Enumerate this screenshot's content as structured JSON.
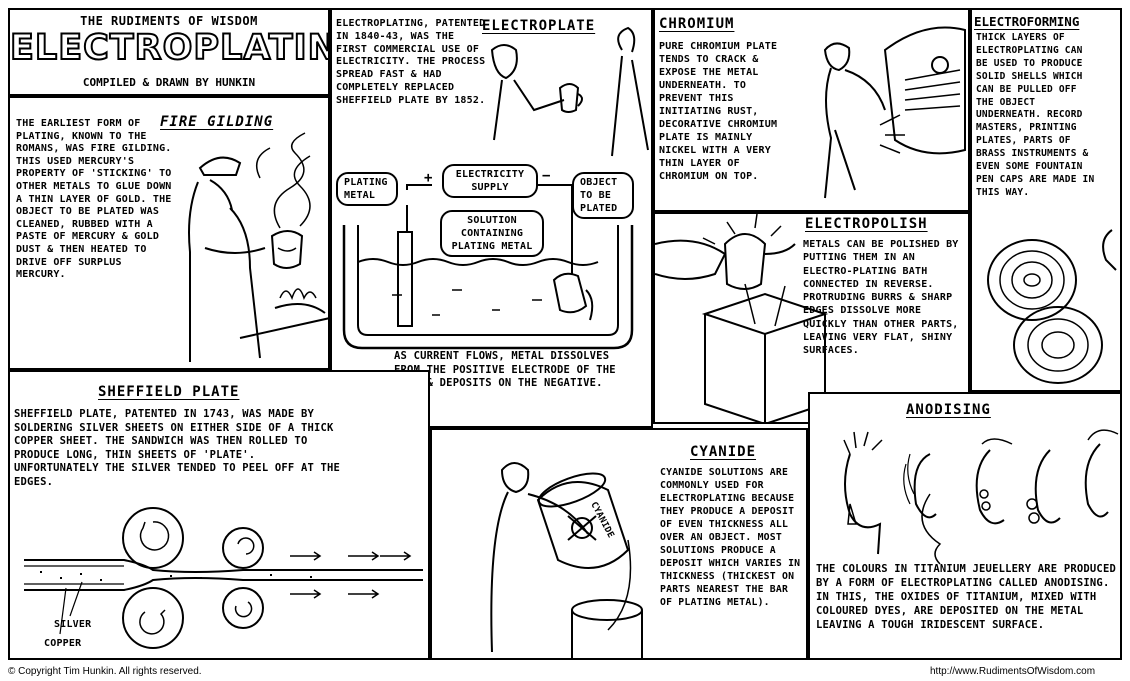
{
  "header": {
    "series": "THE RUDIMENTS OF WISDOM",
    "title": "ELECTROPLATING",
    "credit": "COMPILED & DRAWN BY HUNKIN"
  },
  "fire_gilding": {
    "title": "FIRE GILDING",
    "text": "THE EARLIEST FORM OF PLATING, KNOWN TO THE ROMANS, WAS FIRE GILDING. THIS USED MERCURY'S PROPERTY OF 'STICKING' TO OTHER METALS TO GLUE DOWN A THIN LAYER OF GOLD. THE OBJECT TO BE PLATED WAS CLEANED, RUBBED WITH A PASTE OF MERCURY & GOLD DUST & THEN HEATED TO DRIVE OFF SURPLUS MERCURY."
  },
  "electroplate": {
    "title": "ELECTROPLATE",
    "intro": "ELECTROPLATING, PATENTED IN 1840-43, WAS THE FIRST COMMERCIAL USE OF ELECTRICITY. THE PROCESS SPREAD FAST & HAD COMPLETELY REPLACED SHEFFIELD PLATE BY 1852.",
    "label_plating_metal": "PLATING METAL",
    "label_plus": "+",
    "label_minus": "−",
    "label_supply": "ELECTRICITY SUPPLY",
    "label_object": "OBJECT TO BE PLATED",
    "label_solution": "SOLUTION CONTAINING PLATING METAL",
    "caption": "AS CURRENT FLOWS, METAL DISSOLVES FROM THE POSITIVE ELECTRODE OF THE TANK & DEPOSITS ON THE NEGATIVE."
  },
  "chromium": {
    "title": "CHROMIUM",
    "text": "PURE CHROMIUM PLATE TENDS TO CRACK & EXPOSE THE METAL UNDERNEATH. TO PREVENT THIS INITIATING RUST, DECORATIVE CHROMIUM PLATE IS MAINLY NICKEL WITH A VERY THIN LAYER OF CHROMIUM ON TOP."
  },
  "electropolish": {
    "title": "ELECTROPOLISH",
    "text": "METALS CAN BE POLISHED BY PUTTING THEM IN AN ELECTRO-PLATING BATH CONNECTED IN REVERSE. PROTRUDING BURRS & SHARP EDGES DISSOLVE MORE QUICKLY THAN OTHER PARTS, LEAVING VERY FLAT, SHINY SURFACES."
  },
  "electroforming": {
    "title": "ELECTROFORMING",
    "text": "THICK LAYERS OF ELECTROPLATING CAN BE USED TO PRODUCE SOLID SHELLS WHICH CAN BE PULLED OFF THE OBJECT UNDERNEATH. RECORD MASTERS, PRINTING PLATES, PARTS OF BRASS INSTRUMENTS & EVEN SOME FOUNTAIN PEN CAPS ARE MADE IN THIS WAY."
  },
  "sheffield": {
    "title": "SHEFFIELD PLATE",
    "text": "SHEFFIELD PLATE, PATENTED IN 1743, WAS MADE BY SOLDERING SILVER SHEETS ON EITHER SIDE OF A THICK COPPER SHEET. THE SANDWICH WAS THEN ROLLED TO PRODUCE LONG, THIN SHEETS OF 'PLATE'. UNFORTUNATELY THE SILVER TENDED TO PEEL OFF AT THE EDGES.",
    "label_silver": "SILVER",
    "label_copper": "COPPER"
  },
  "cyanide": {
    "title": "CYANIDE",
    "drum_label": "CYANIDE",
    "text": "CYANIDE SOLUTIONS ARE COMMONLY USED FOR ELECTROPLATING BECAUSE THEY PRODUCE A DEPOSIT OF EVEN THICKNESS ALL OVER AN OBJECT. MOST SOLUTIONS PRODUCE A DEPOSIT WHICH VARIES IN THICKNESS (THICKEST ON PARTS NEAREST THE BAR OF PLATING METAL)."
  },
  "anodising": {
    "title": "ANODISING",
    "text": "THE COLOURS IN TITANIUM JEUELLERY ARE PRODUCED BY A FORM OF ELECTROPLATING CALLED ANODISING. IN THIS, THE OXIDES OF TITANIUM, MIXED WITH COLOURED DYES, ARE DEPOSITED ON THE METAL LEAVING A TOUGH IRIDESCENT SURFACE."
  },
  "footer": {
    "copyright": "© Copyright Tim Hunkin. All rights reserved.",
    "url": "http://www.RudimentsOfWisdom.com"
  }
}
